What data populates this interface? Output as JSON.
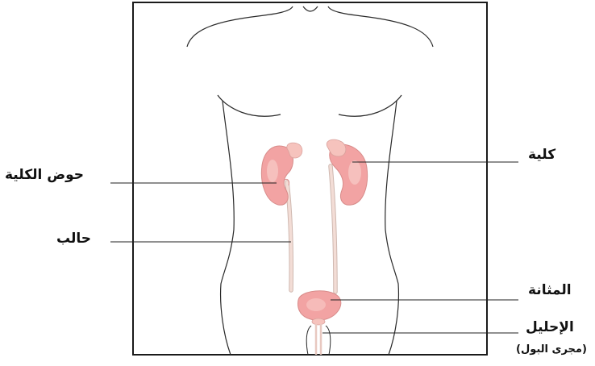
{
  "labels": {
    "kidney": "كلية",
    "renal_pelvis": "حوض الكلية",
    "ureter": "حالب",
    "bladder": "المثانة",
    "urethra": "الإحليل",
    "urethra_alt": "(مجرى البول)"
  },
  "colors": {
    "organ_fill": "#f2a3a3",
    "organ_highlight": "#f9d3cf",
    "tube_fill": "#f3ddd6",
    "outline": "#1a1a1a",
    "leader_line": "#222222"
  }
}
